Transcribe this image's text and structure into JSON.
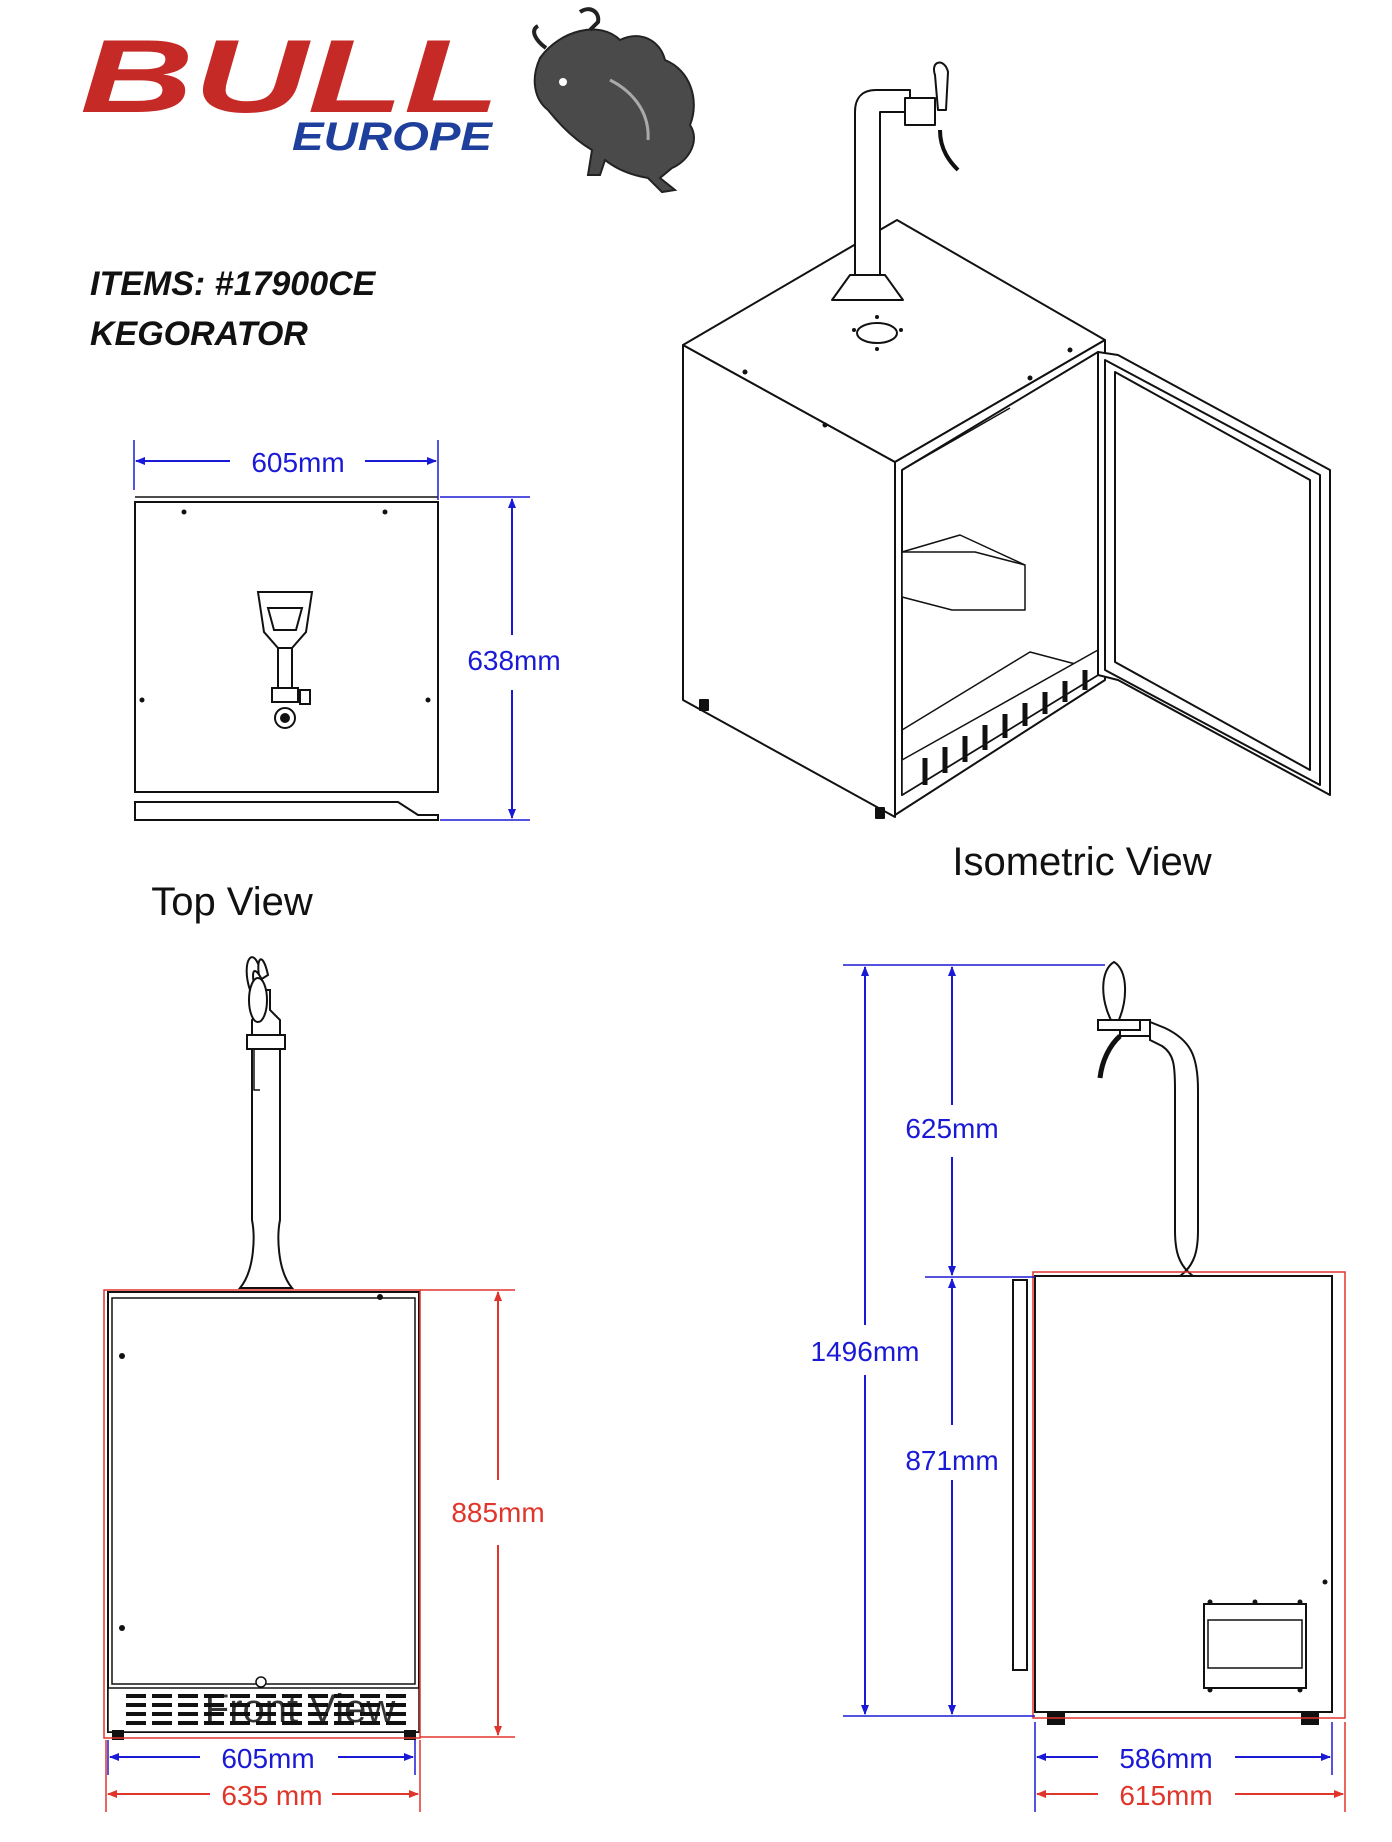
{
  "logo": {
    "brand": "BULL",
    "sub": "EUROPE",
    "brand_color": "#c62a26",
    "sub_color": "#1f3f9c",
    "mascot_icon": "bull-icon"
  },
  "header": {
    "items_line": "ITEMS: #17900CE",
    "product_line": "KEGORATOR"
  },
  "views": {
    "top": "Top View",
    "isometric": "Isometric View",
    "front": "Front View"
  },
  "dimensions": {
    "top_width": "605mm",
    "top_depth": "638mm",
    "front_height": "885mm",
    "front_inner_width": "605mm",
    "front_outer_width": "635 mm",
    "side_tower": "625mm",
    "side_total": "1496mm",
    "side_body": "871mm",
    "side_inner_depth": "586mm",
    "side_outer_depth": "615mm"
  },
  "colors": {
    "dimension_blue": "#1a1ad6",
    "dimension_red": "#e0352b",
    "line": "#111111"
  }
}
